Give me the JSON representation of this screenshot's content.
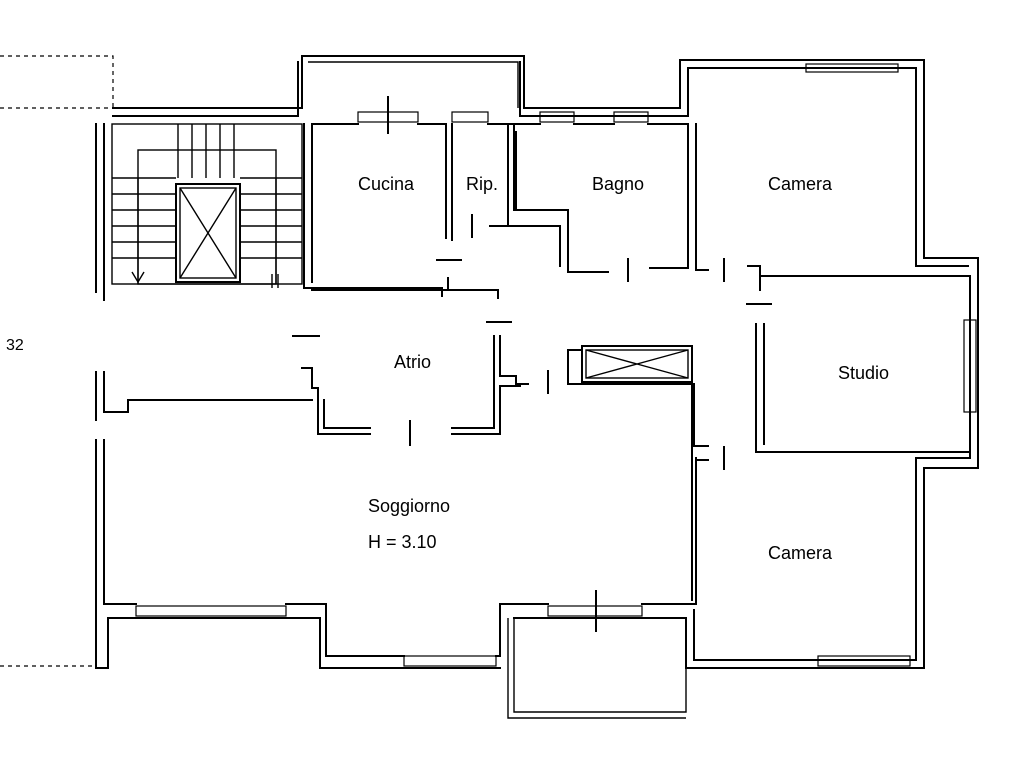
{
  "rooms": {
    "cucina": "Cucina",
    "ripostiglio": "Rip.",
    "bagno": "Bagno",
    "camera_1": "Camera",
    "studio": "Studio",
    "atrio": "Atrio",
    "soggiorno": "Soggiorno",
    "soggiorno_height": "H = 3.10",
    "camera_2": "Camera"
  },
  "margin_note": "32"
}
